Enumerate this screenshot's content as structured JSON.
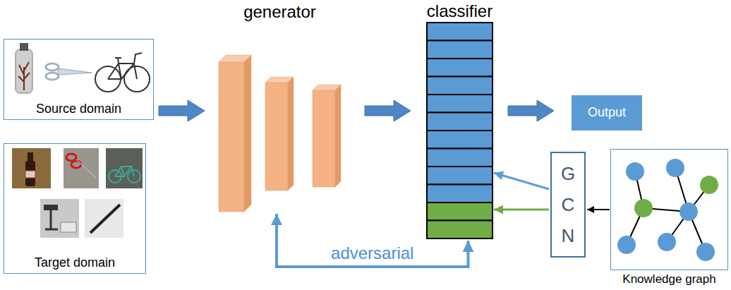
{
  "diagram": {
    "nodes": [
      {
        "text": [
          "Source domain"
        ]
      },
      {
        "text": [
          "Target domain"
        ]
      },
      {
        "text": [
          "generator"
        ]
      },
      {
        "text": [
          "classifier"
        ]
      },
      {
        "text": [
          "Output"
        ]
      },
      {
        "text": [
          "GCN"
        ]
      },
      {
        "text": [
          "Knowledge graph"
        ]
      }
    ],
    "edges": [
      {
        "from": 0,
        "to": 2,
        "arrow": "to"
      },
      {
        "from": 2,
        "to": 3,
        "arrow": "to"
      },
      {
        "from": 3,
        "to": 4,
        "arrow": "to"
      },
      {
        "from": 6,
        "to": 5,
        "arrow": "to"
      },
      {
        "from": 5,
        "to": 3,
        "arrow": "to"
      },
      {
        "from": 5,
        "to": 3,
        "arrow": "to"
      },
      {
        "from": 3,
        "to": 2,
        "label": "adversarial",
        "arrow": "both"
      }
    ]
  }
}
